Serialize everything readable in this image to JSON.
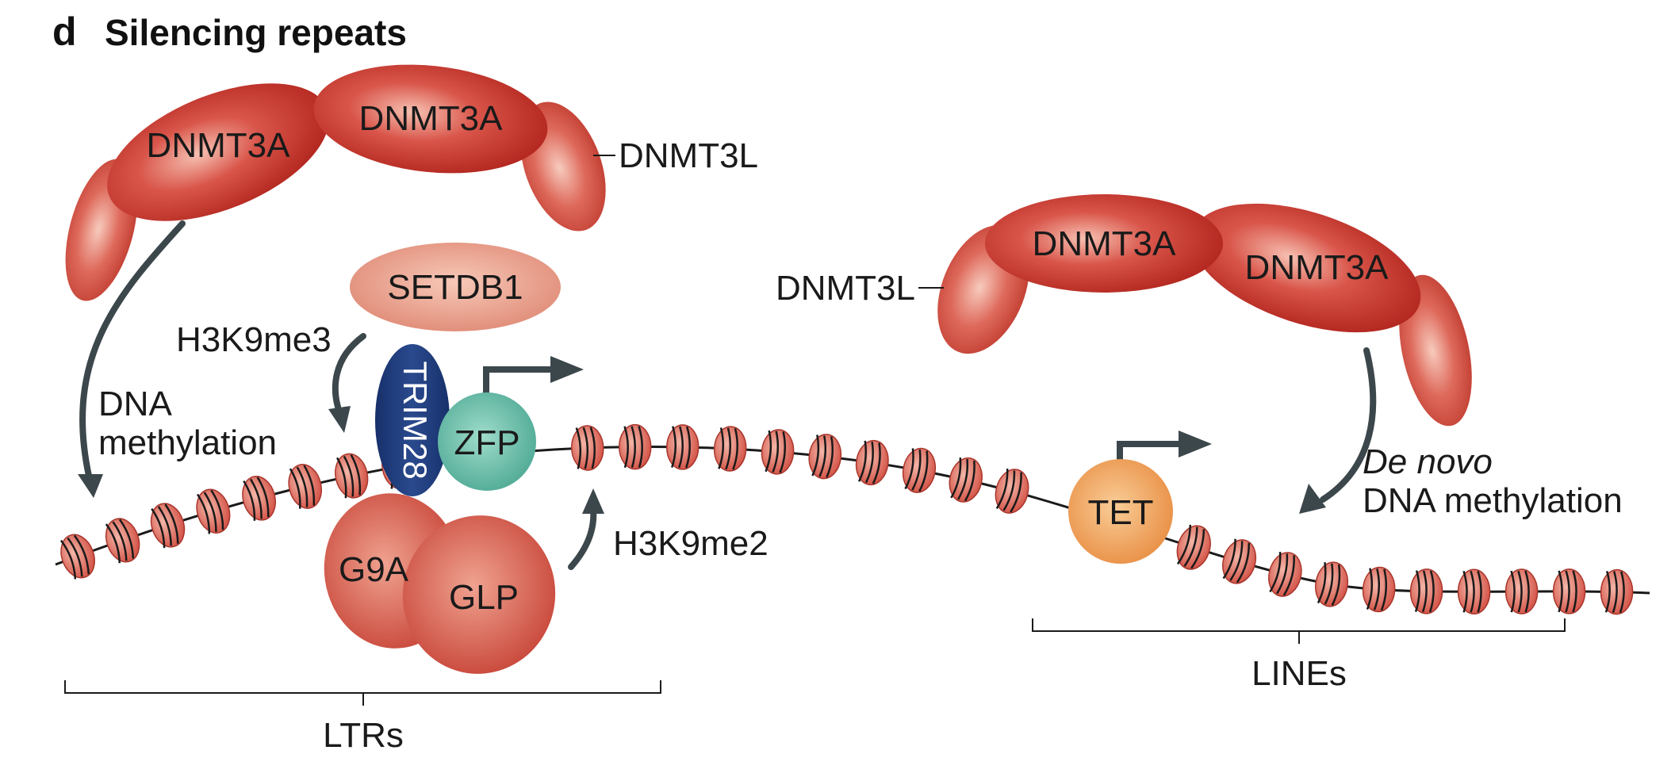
{
  "panel": {
    "letter": "d",
    "title": "Silencing repeats"
  },
  "colors": {
    "dnmt_red": "#c8372c",
    "dnmt_light": "#e98a7a",
    "setdb1": "#e5917f",
    "trim28": "#1f3a78",
    "zfp": "#5fb8a4",
    "tet": "#f2a35a",
    "g9a_glp": "#d9604e",
    "nucleosome": "#d9574a",
    "arrow": "#3c474c",
    "dna_line": "#1a1a1a"
  },
  "left": {
    "dnmt3a_1": "DNMT3A",
    "dnmt3a_2": "DNMT3A",
    "dnmt3l": "DNMT3L",
    "setdb1": "SETDB1",
    "h3k9me3": "H3K9me3",
    "trim28": "TRIM28",
    "zfp": "ZFP",
    "dna_meth_1": "DNA",
    "dna_meth_2": "methylation",
    "g9a": "G9A",
    "glp": "GLP",
    "h3k9me2": "H3K9me2",
    "ltrs": "LTRs"
  },
  "right": {
    "dnmt3a_1": "DNMT3A",
    "dnmt3a_2": "DNMT3A",
    "dnmt3l": "DNMT3L",
    "tet": "TET",
    "denovo_italic": "De novo",
    "denovo_rest": "DNA methylation",
    "lines": "LINEs"
  }
}
